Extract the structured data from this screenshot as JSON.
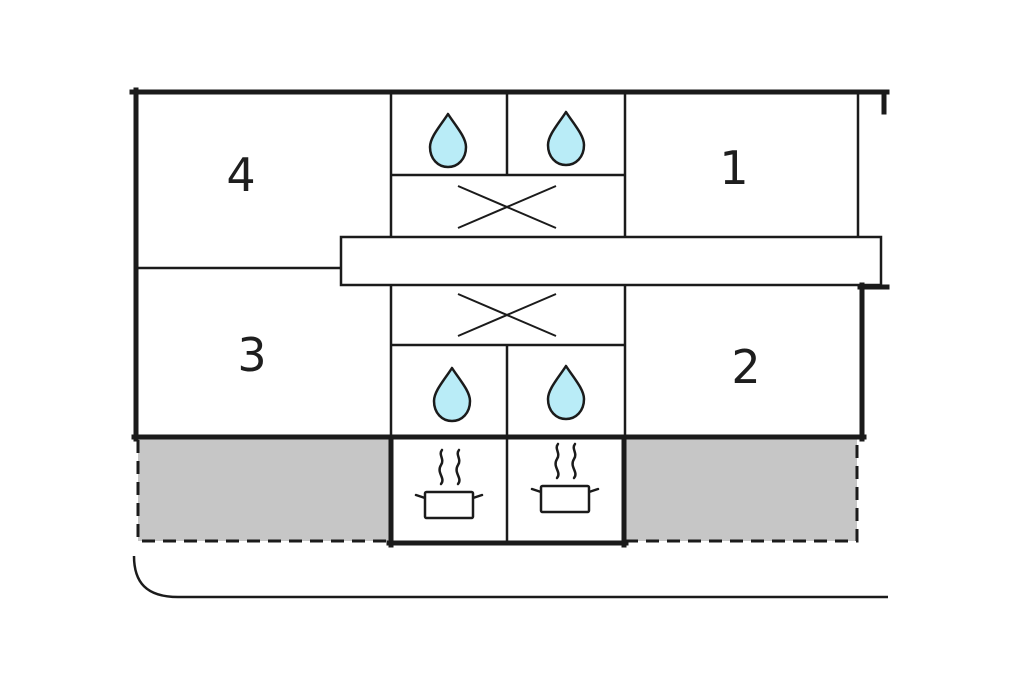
{
  "rooms": [
    {
      "id": "room-1",
      "label": "1"
    },
    {
      "id": "room-2",
      "label": "2"
    },
    {
      "id": "room-3",
      "label": "3"
    },
    {
      "id": "room-4",
      "label": "4"
    }
  ],
  "icons": {
    "water_drop": {
      "name": "water-drop-icon",
      "count": 4
    },
    "stove": {
      "name": "stove-icon",
      "count": 2
    },
    "x_mark": {
      "name": "x-mark-icon",
      "count": 2
    }
  },
  "colors": {
    "wall": "#1b1b1b",
    "water_drop_fill": "#b9ecf7",
    "terrace_fill": "#c6c6c6",
    "background": "#ffffff"
  }
}
